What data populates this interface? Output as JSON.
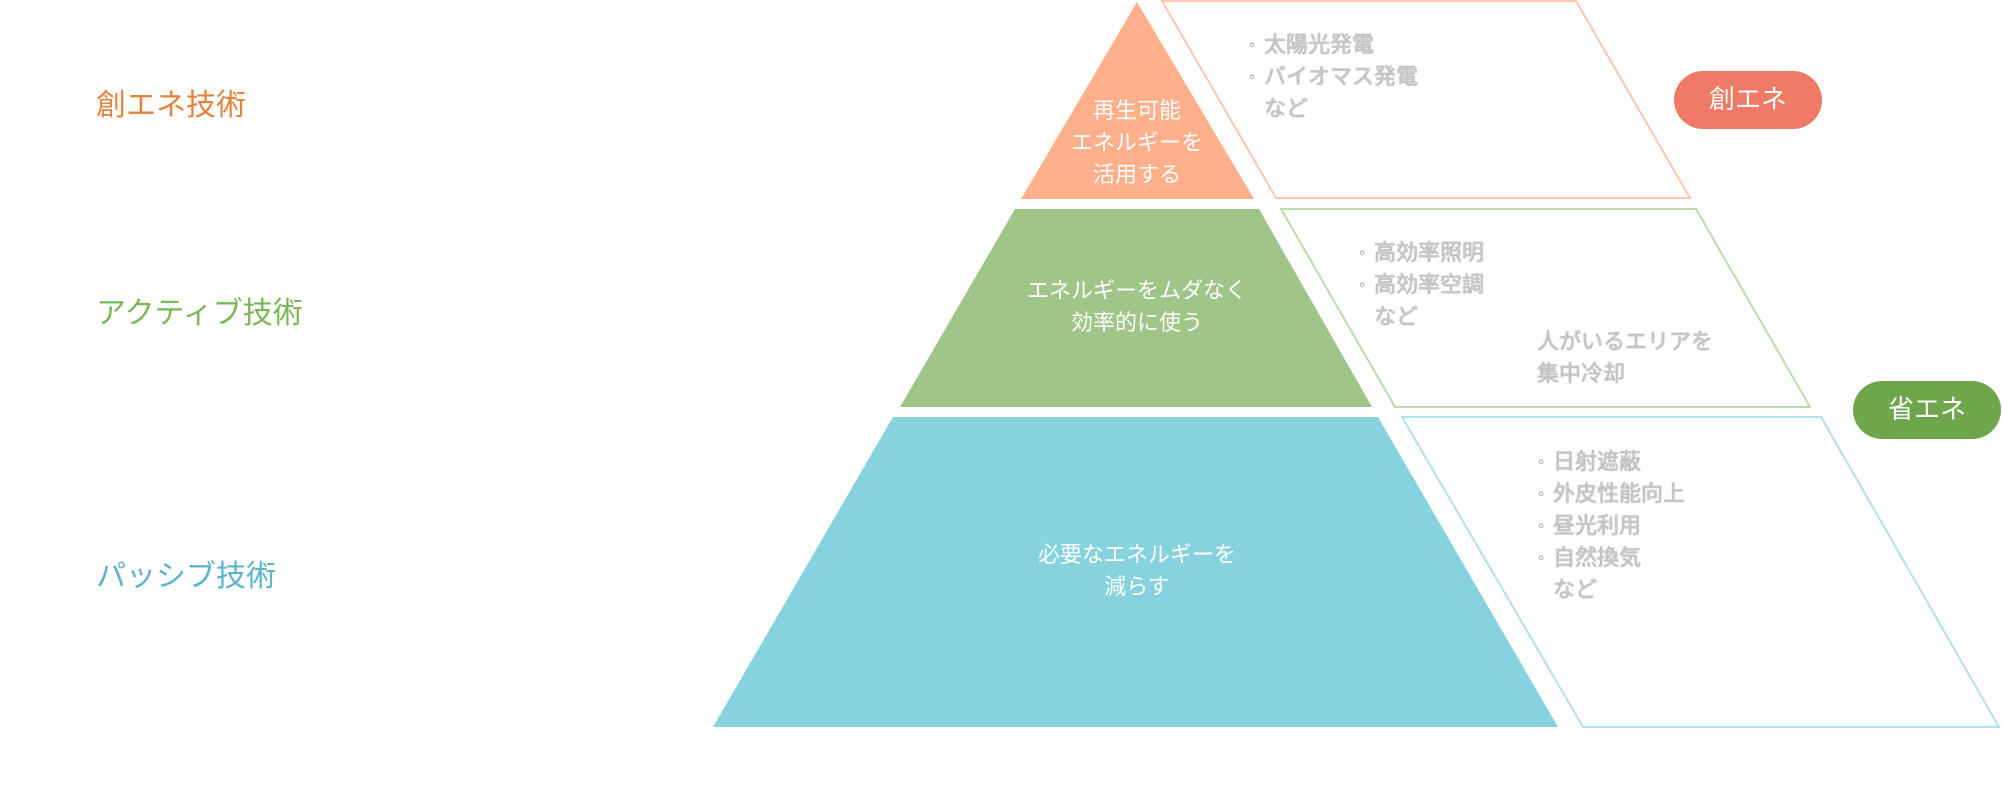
{
  "colors": {
    "create": "#ffb08a",
    "active": "#9fc589",
    "passive": "#86d2df",
    "create_label": "#e8813a",
    "active_label": "#7cb65a",
    "passive_label": "#5cb3cc",
    "create_pill": "#f07a66",
    "save_pill": "#6fa64c",
    "create_outline": "#ffc7ad",
    "active_outline": "#bcdca9",
    "passive_outline": "#b2e2ea"
  },
  "categories": {
    "create": "創エネ技術",
    "active": "アクティブ技術",
    "passive": "パッシブ技術"
  },
  "tiers": {
    "create": [
      "再生可能",
      "エネルギーを",
      "活用する"
    ],
    "active": [
      "エネルギーをムダなく",
      "効率的に使う"
    ],
    "passive": [
      "必要なエネルギーを",
      "減らす"
    ]
  },
  "boxes": {
    "create": {
      "items": [
        "太陽光発電",
        "バイオマス発電"
      ],
      "etc": "など"
    },
    "active": {
      "items": [
        "高効率照明",
        "高効率空調"
      ],
      "etc": "など",
      "note": [
        "人がいるエリアを",
        "集中冷却"
      ]
    },
    "passive": {
      "items": [
        "日射遮蔽",
        "外皮性能向上",
        "昼光利用",
        "自然換気"
      ],
      "etc": "など"
    }
  },
  "pills": {
    "create": "創エネ",
    "save": "省エネ"
  }
}
